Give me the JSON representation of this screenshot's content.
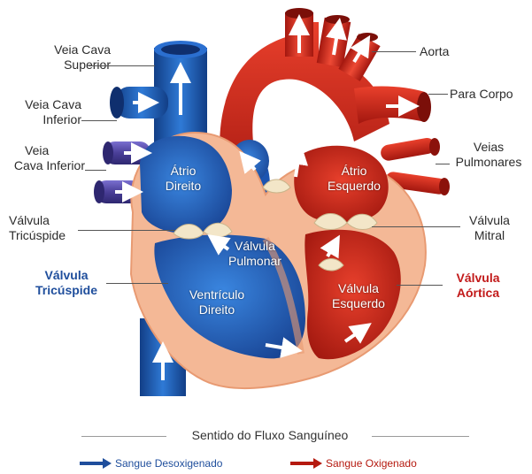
{
  "labels": {
    "veia_cava_superior": [
      "Veia Cava",
      "Superior"
    ],
    "veia_cava_inferior_1": [
      "Veia Cava",
      "Inferior"
    ],
    "veia_cava_inferior_2": [
      "Veia",
      "Cava Inferior"
    ],
    "valvula_tricuspide_1": [
      "Válvula",
      "Tricúspide"
    ],
    "valvula_tricuspide_2": [
      "Válvula",
      "Tricúspide"
    ],
    "aorta": "Aorta",
    "para_corpo": "Para Corpo",
    "veias_pulmonares": [
      "Veias",
      "Pulmonares"
    ],
    "valvula_mitral": [
      "Válvula",
      "Mitral"
    ],
    "valvula_aortica": [
      "Válvula",
      "Aórtica"
    ]
  },
  "interior": {
    "atrio_direito": [
      "Átrio",
      "Direito"
    ],
    "atrio_esquerdo": [
      "Átrio",
      "Esquerdo"
    ],
    "valvula_pulmonar": [
      "Válvula",
      "Pulmonar"
    ],
    "ventriculo_direito": [
      "Ventrículo",
      "Direito"
    ],
    "valvula_esquerdo": [
      "Válvula",
      "Esquerdo"
    ]
  },
  "footer": {
    "title": "Sentido do Fluxo Sanguíneo",
    "legend_blue": "Sangue Desoxigenado",
    "legend_red": "Sangue Oxigenado"
  },
  "colors": {
    "blue": "#1f5fb8",
    "dark_blue": "#123e86",
    "red": "#d62b1f",
    "dark_red": "#a3170f",
    "muscle": "#f4b896",
    "purple": "#5a4fa8"
  }
}
